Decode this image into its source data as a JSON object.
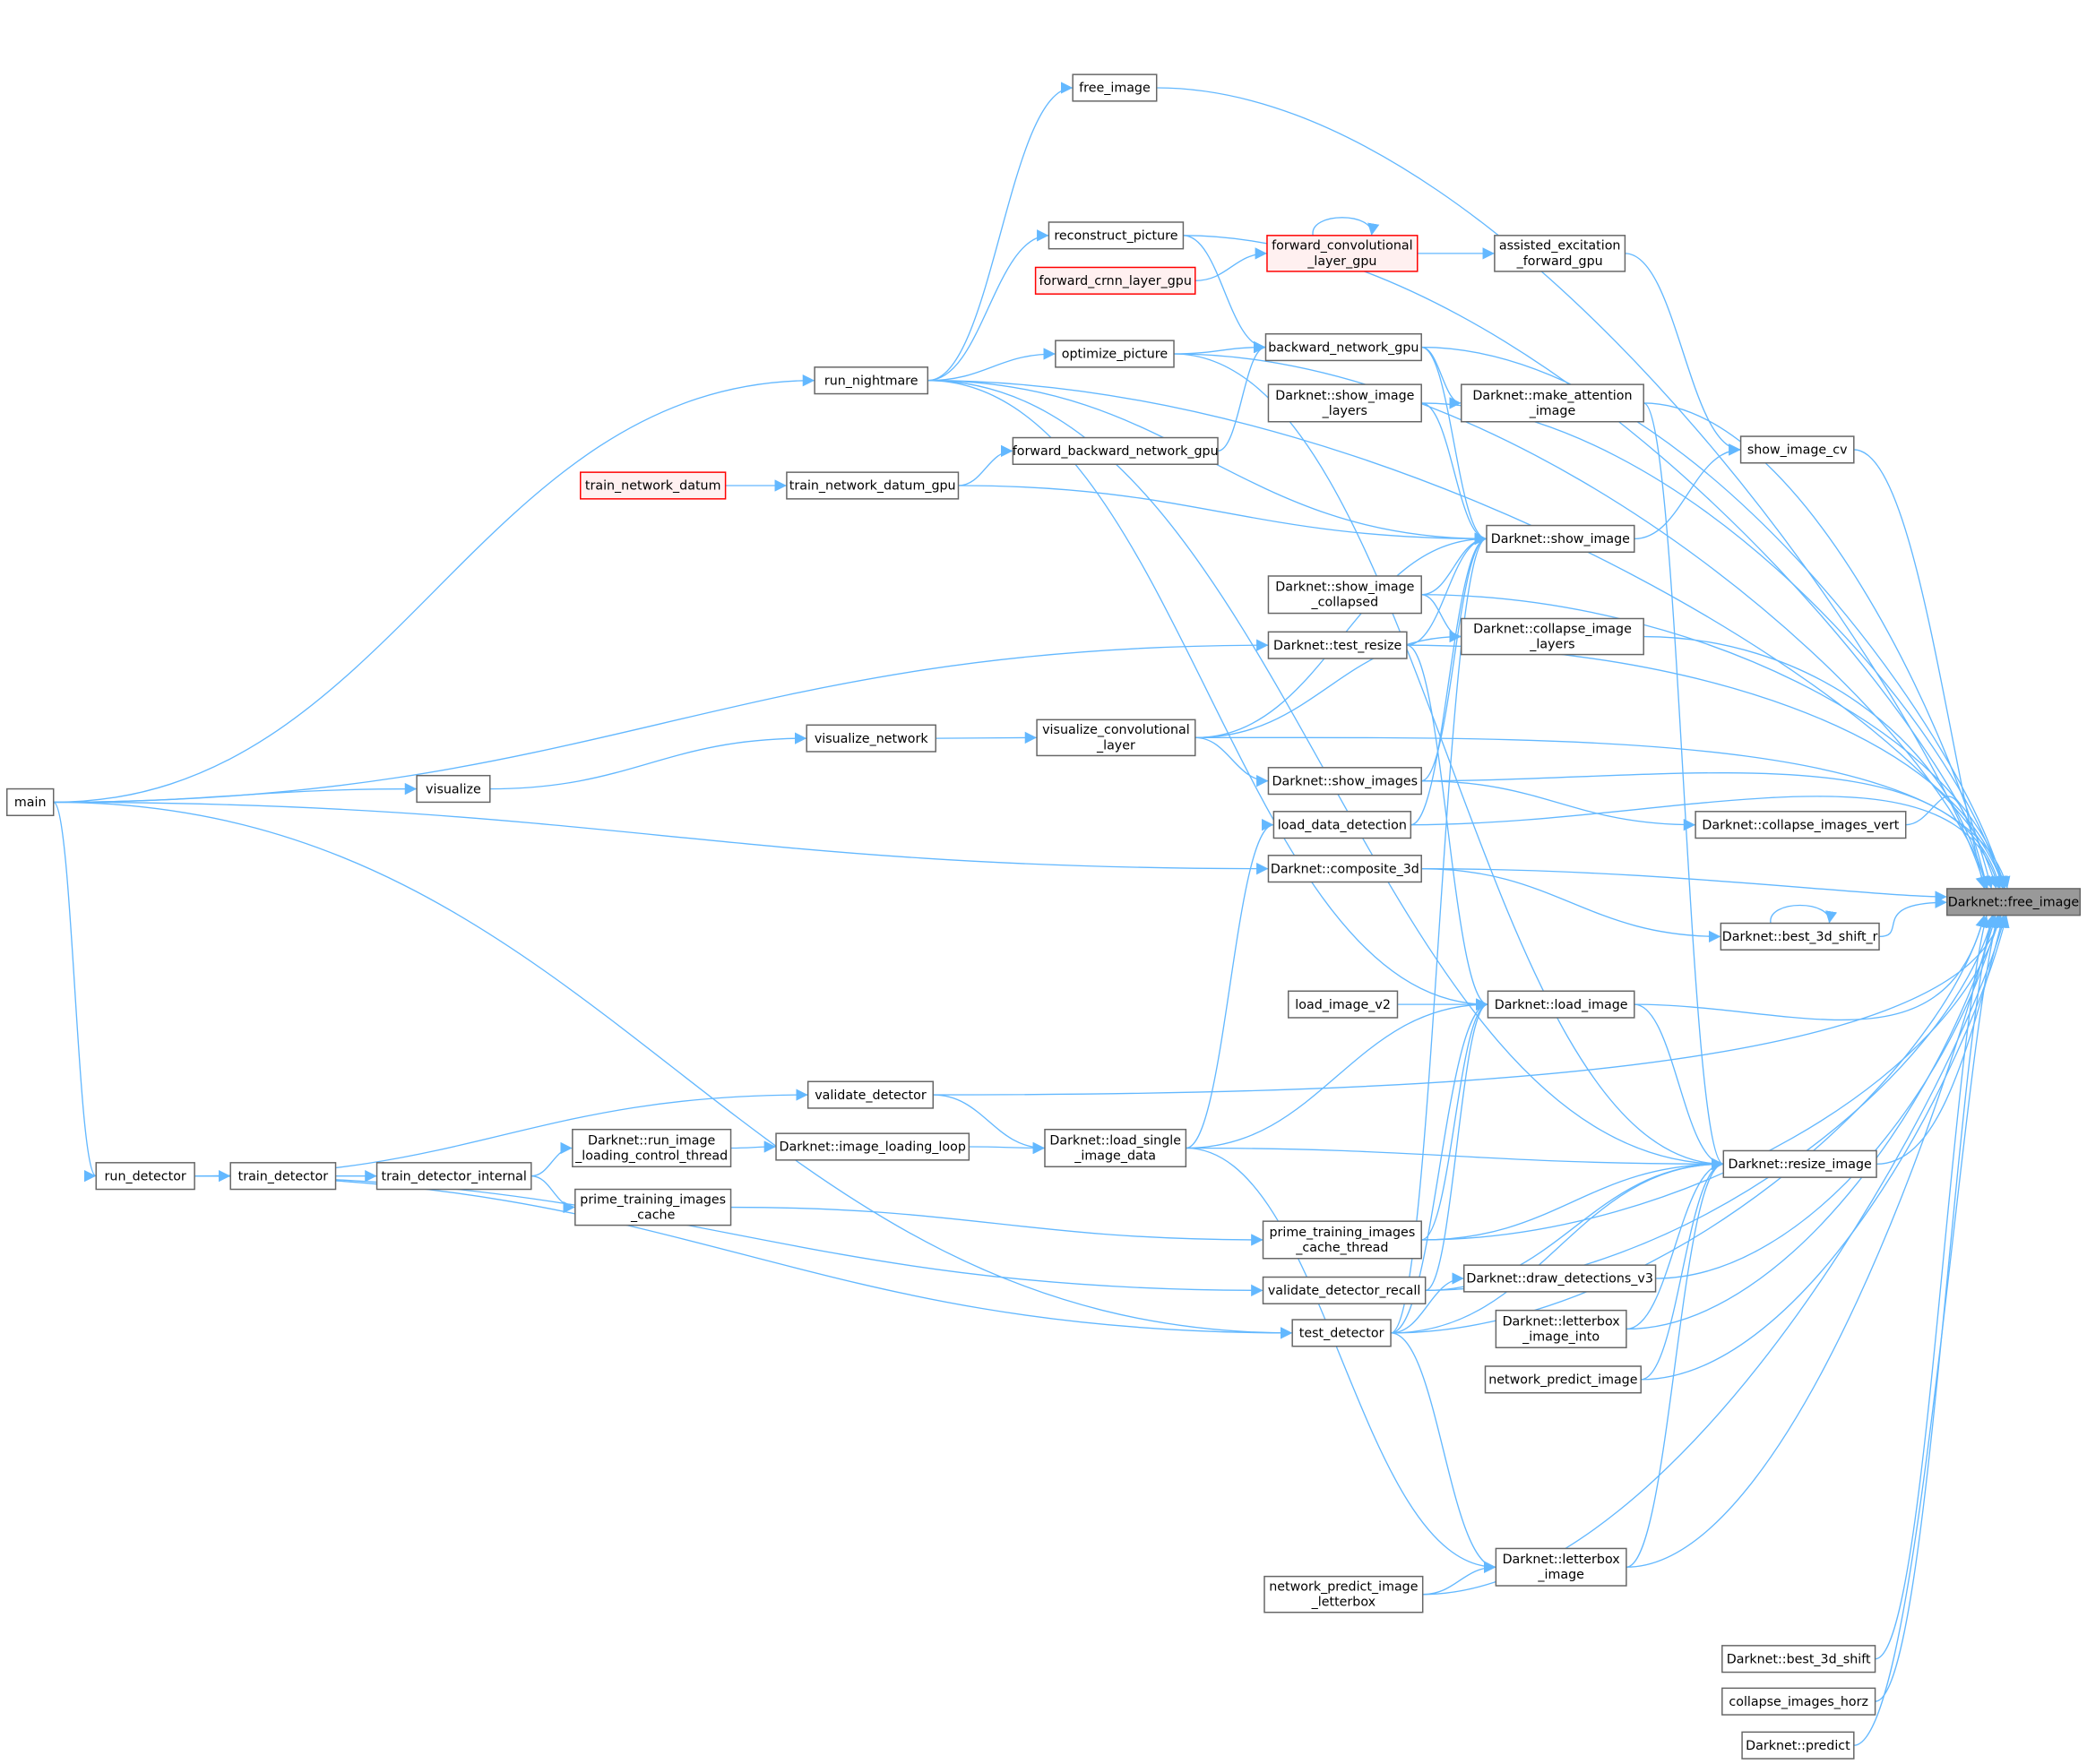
{
  "graph": {
    "root_label": "Darknet::free_image",
    "colors": {
      "edge": "#63b8ff",
      "node_border": "#666666",
      "root_fill": "#999999",
      "truncated_border": "#ff0000",
      "truncated_fill": "#fff0f0"
    },
    "nodes": [
      {
        "lines": [
          "main"
        ],
        "style": "normal"
      },
      {
        "lines": [
          "run_nightmare"
        ],
        "style": "normal"
      },
      {
        "lines": [
          "free_image"
        ],
        "style": "normal"
      },
      {
        "lines": [
          "reconstruct_picture"
        ],
        "style": "normal"
      },
      {
        "lines": [
          "forward_crnn_layer_gpu"
        ],
        "style": "red"
      },
      {
        "lines": [
          "forward_convolutional",
          "_layer_gpu"
        ],
        "style": "red"
      },
      {
        "lines": [
          "assisted_excitation",
          "_forward_gpu"
        ],
        "style": "normal"
      },
      {
        "lines": [
          "optimize_picture"
        ],
        "style": "normal"
      },
      {
        "lines": [
          "backward_network_gpu"
        ],
        "style": "normal"
      },
      {
        "lines": [
          "Darknet::make_attention",
          "_image"
        ],
        "style": "normal"
      },
      {
        "lines": [
          "Darknet::show_image",
          "_layers"
        ],
        "style": "normal"
      },
      {
        "lines": [
          "show_image_cv"
        ],
        "style": "normal"
      },
      {
        "lines": [
          "forward_backward_network_gpu"
        ],
        "style": "normal"
      },
      {
        "lines": [
          "train_network_datum"
        ],
        "style": "red"
      },
      {
        "lines": [
          "train_network_datum_gpu"
        ],
        "style": "normal"
      },
      {
        "lines": [
          "Darknet::show_image"
        ],
        "style": "normal"
      },
      {
        "lines": [
          "Darknet::show_image",
          "_collapsed"
        ],
        "style": "normal"
      },
      {
        "lines": [
          "Darknet::collapse_image",
          "_layers"
        ],
        "style": "normal"
      },
      {
        "lines": [
          "Darknet::test_resize"
        ],
        "style": "normal"
      },
      {
        "lines": [
          "visualize_network"
        ],
        "style": "normal"
      },
      {
        "lines": [
          "visualize_convolutional",
          "_layer"
        ],
        "style": "normal"
      },
      {
        "lines": [
          "Darknet::show_images"
        ],
        "style": "normal"
      },
      {
        "lines": [
          "visualize"
        ],
        "style": "normal"
      },
      {
        "lines": [
          "Darknet::collapse_images_vert"
        ],
        "style": "normal"
      },
      {
        "lines": [
          "load_data_detection"
        ],
        "style": "normal"
      },
      {
        "lines": [
          "Darknet::composite_3d"
        ],
        "style": "normal"
      },
      {
        "lines": [
          "Darknet::free_image"
        ],
        "style": "root"
      },
      {
        "lines": [
          "Darknet::best_3d_shift_r"
        ],
        "style": "normal"
      },
      {
        "lines": [
          "load_image_v2"
        ],
        "style": "normal"
      },
      {
        "lines": [
          "Darknet::load_image"
        ],
        "style": "normal"
      },
      {
        "lines": [
          "validate_detector"
        ],
        "style": "normal"
      },
      {
        "lines": [
          "Darknet::run_image",
          "_loading_control_thread"
        ],
        "style": "normal"
      },
      {
        "lines": [
          "Darknet::image_loading_loop"
        ],
        "style": "normal"
      },
      {
        "lines": [
          "Darknet::load_single",
          "_image_data"
        ],
        "style": "normal"
      },
      {
        "lines": [
          "run_detector"
        ],
        "style": "normal"
      },
      {
        "lines": [
          "train_detector"
        ],
        "style": "normal"
      },
      {
        "lines": [
          "train_detector_internal"
        ],
        "style": "normal"
      },
      {
        "lines": [
          "Darknet::resize_image"
        ],
        "style": "normal"
      },
      {
        "lines": [
          "prime_training_images",
          "_cache"
        ],
        "style": "normal"
      },
      {
        "lines": [
          "prime_training_images",
          "_cache_thread"
        ],
        "style": "normal"
      },
      {
        "lines": [
          "validate_detector_recall"
        ],
        "style": "normal"
      },
      {
        "lines": [
          "Darknet::draw_detections_v3"
        ],
        "style": "normal"
      },
      {
        "lines": [
          "Darknet::letterbox",
          "_image_into"
        ],
        "style": "normal"
      },
      {
        "lines": [
          "test_detector"
        ],
        "style": "normal"
      },
      {
        "lines": [
          "network_predict_image"
        ],
        "style": "normal"
      },
      {
        "lines": [
          "Darknet::letterbox",
          "_image"
        ],
        "style": "normal"
      },
      {
        "lines": [
          "network_predict_image",
          "_letterbox"
        ],
        "style": "normal"
      },
      {
        "lines": [
          "Darknet::best_3d_shift"
        ],
        "style": "normal"
      },
      {
        "lines": [
          "collapse_images_horz"
        ],
        "style": "normal"
      },
      {
        "lines": [
          "Darknet::predict"
        ],
        "style": "normal"
      }
    ],
    "edges": [
      [
        0,
        1
      ],
      [
        0,
        18
      ],
      [
        0,
        22
      ],
      [
        0,
        25
      ],
      [
        0,
        34
      ],
      [
        0,
        43
      ],
      [
        1,
        2
      ],
      [
        1,
        3
      ],
      [
        1,
        7
      ],
      [
        1,
        15
      ],
      [
        1,
        29
      ],
      [
        1,
        37
      ],
      [
        1,
        26
      ],
      [
        2,
        26
      ],
      [
        3,
        8
      ],
      [
        3,
        26
      ],
      [
        4,
        5
      ],
      [
        5,
        5
      ],
      [
        5,
        6
      ],
      [
        6,
        11
      ],
      [
        7,
        8
      ],
      [
        7,
        37
      ],
      [
        7,
        26
      ],
      [
        8,
        9
      ],
      [
        8,
        15
      ],
      [
        8,
        26
      ],
      [
        9,
        37
      ],
      [
        9,
        26
      ],
      [
        10,
        15
      ],
      [
        10,
        26
      ],
      [
        11,
        26
      ],
      [
        12,
        8
      ],
      [
        13,
        14
      ],
      [
        14,
        12
      ],
      [
        14,
        15
      ],
      [
        15,
        11
      ],
      [
        16,
        15
      ],
      [
        16,
        17
      ],
      [
        16,
        26
      ],
      [
        17,
        26
      ],
      [
        18,
        15
      ],
      [
        18,
        29
      ],
      [
        18,
        26
      ],
      [
        19,
        20
      ],
      [
        20,
        15
      ],
      [
        20,
        17
      ],
      [
        20,
        21
      ],
      [
        20,
        26
      ],
      [
        21,
        15
      ],
      [
        21,
        23
      ],
      [
        21,
        26
      ],
      [
        22,
        19
      ],
      [
        23,
        26
      ],
      [
        24,
        15
      ],
      [
        24,
        26
      ],
      [
        25,
        27
      ],
      [
        25,
        26
      ],
      [
        27,
        27
      ],
      [
        27,
        26
      ],
      [
        28,
        29
      ],
      [
        29,
        26
      ],
      [
        29,
        37
      ],
      [
        30,
        33
      ],
      [
        30,
        26
      ],
      [
        31,
        32
      ],
      [
        32,
        33
      ],
      [
        33,
        24
      ],
      [
        33,
        29
      ],
      [
        33,
        37
      ],
      [
        33,
        45
      ],
      [
        34,
        35
      ],
      [
        34,
        30
      ],
      [
        34,
        40
      ],
      [
        34,
        43
      ],
      [
        35,
        36
      ],
      [
        36,
        31
      ],
      [
        36,
        38
      ],
      [
        38,
        39
      ],
      [
        39,
        29
      ],
      [
        39,
        37
      ],
      [
        39,
        26
      ],
      [
        40,
        29
      ],
      [
        40,
        37
      ],
      [
        40,
        26
      ],
      [
        41,
        26
      ],
      [
        43,
        41
      ],
      [
        43,
        45
      ],
      [
        43,
        29
      ],
      [
        43,
        37
      ],
      [
        43,
        15
      ],
      [
        43,
        26
      ],
      [
        42,
        37
      ],
      [
        42,
        26
      ],
      [
        44,
        37
      ],
      [
        44,
        26
      ],
      [
        45,
        37
      ],
      [
        45,
        26
      ],
      [
        46,
        45
      ],
      [
        46,
        26
      ],
      [
        47,
        26
      ],
      [
        48,
        26
      ],
      [
        49,
        26
      ],
      [
        37,
        26
      ]
    ]
  }
}
